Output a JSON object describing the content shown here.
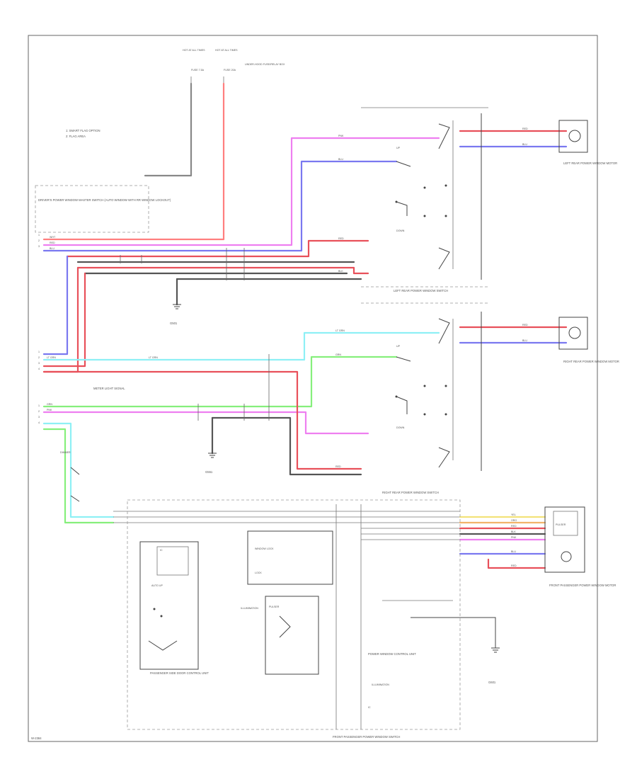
{
  "colors": {
    "pink": "#ff7f7f",
    "red": "#e8505a",
    "magenta": "#ee7ff0",
    "blue": "#7a78f0",
    "cyan": "#8ef0f5",
    "green": "#86ef7c",
    "gray": "#555555",
    "yellow": "#f3e27a",
    "orange": "#f2b36a"
  },
  "page_code": "W-2384",
  "labels": {
    "fuse_a": "HOT AT ALL TIMES",
    "fuse_b": "HOT AT ALL TIMES",
    "fuse_a_info": "FUSE 7.5A",
    "fuse_b_info": "FUSE 20A",
    "relay_box_note": "UNDER-HOOD FUSE/RELAY BOX",
    "legend_1": "1: SMART FLAG OPTION",
    "legend_2": "2: FLAG AREA",
    "main_switch_block": "DRIVER'S POWER WINDOW MASTER SWITCH (AUTO WINDOW WITH RR WINDOW LOCKOUT)",
    "lr_switch": "LEFT REAR POWER WINDOW SWITCH",
    "lr_motor": "LEFT REAR POWER WINDOW MOTOR",
    "rr_switch": "RIGHT REAR POWER WINDOW SWITCH",
    "rr_motor": "RIGHT REAR POWER WINDOW MOTOR",
    "fp_switch": "FRONT PASSENGER POWER WINDOW SWITCH",
    "fp_motor": "FRONT PASSENGER POWER WINDOW MOTOR",
    "ground_1": "G501",
    "ground_2": "G551",
    "ground_3": "G601",
    "meter_light": "METER LIGHT SIGNAL",
    "up": "UP",
    "down": "DOWN",
    "auto_up": "AUTO UP",
    "pulse": "PULSER",
    "ic": "IC",
    "lock": "LOCK",
    "passenger_block": "PASSENGER SIDE DOOR CONTROL UNIT",
    "dimmer": "DIMMER",
    "window_lock": "WINDOW LOCK",
    "illumination": "ILLUMINATION",
    "power_ctrl": "POWER WINDOW CONTROL UNIT",
    "pin_1": "1",
    "pin_2": "2",
    "pin_3": "3",
    "pin_4": "4"
  },
  "wire_codes": {
    "red": "RED",
    "blu": "BLU",
    "pnk": "PNK",
    "grn": "GRN",
    "ltgrn": "LT GRN",
    "blk": "BLK",
    "yel": "YEL",
    "org": "ORG",
    "wht": "WHT"
  }
}
